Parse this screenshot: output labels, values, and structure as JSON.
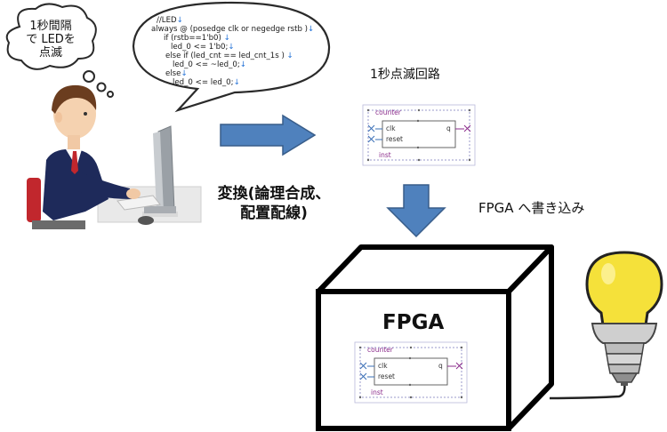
{
  "thought": {
    "lines": [
      "1秒間隔",
      "で LEDを",
      "点滅"
    ]
  },
  "code": {
    "lines": [
      "//LED",
      "always @ (posedge clk or negedge rstb )",
      "  if (rstb==1'b0)",
      "    led_0 <= 1'b0;",
      "  else if (led_cnt == led_cnt_1s )",
      "    led_0 <= ~led_0;",
      "  else",
      "    led_0 <= led_0;"
    ],
    "return_marker": "↓"
  },
  "circuit_caption": "1秒点滅回路",
  "convert_label": [
    "変換(論理合成、",
    "配置配線)"
  ],
  "write_label": "FPGA へ書き込み",
  "fpga_label": "FPGA",
  "schematic": {
    "module": "counter",
    "inst": "inst",
    "ports": {
      "clk": "clk",
      "reset": "reset",
      "q": "q"
    }
  },
  "colors": {
    "arrow_fill": "#4f81bd",
    "arrow_stroke": "#385d8a",
    "bulb_glow": "#f5e13a",
    "schematic_purple": "#8b2c8b",
    "schematic_blue": "#3a6fb6"
  }
}
